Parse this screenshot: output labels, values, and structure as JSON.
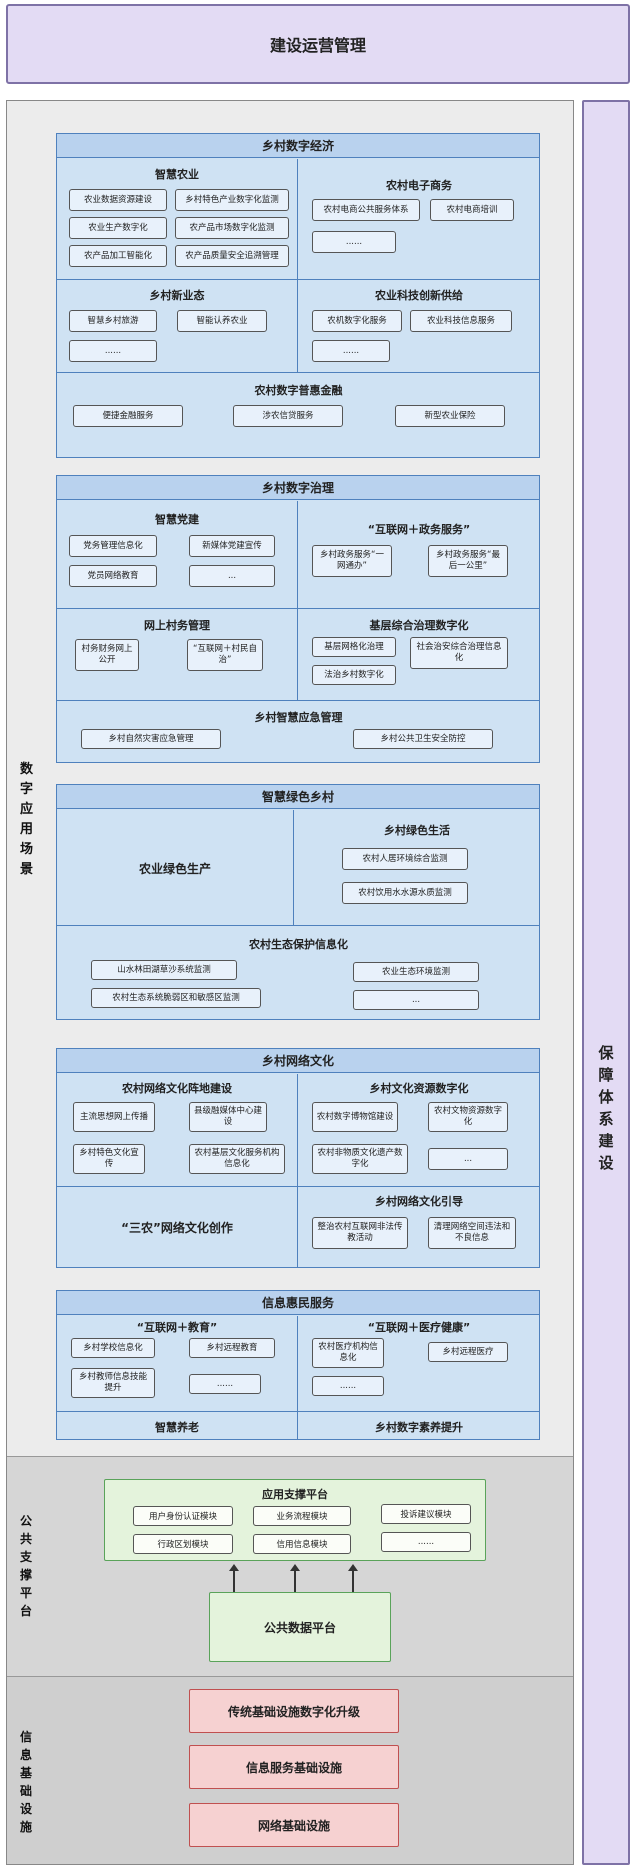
{
  "top_title": "建设运营管理",
  "right_label": [
    "保",
    "障",
    "体",
    "系",
    "建",
    "设"
  ],
  "left_labels": {
    "app": [
      "数",
      "字",
      "应",
      "用",
      "场",
      "景"
    ],
    "platform": [
      "公",
      "共",
      "支",
      "撑",
      "平",
      "台"
    ],
    "infra": [
      "信",
      "息",
      "基",
      "础",
      "设",
      "施"
    ]
  },
  "economy": {
    "title": "乡村数字经济",
    "agri": {
      "title": "智慧农业",
      "items": [
        "农业数据资源建设",
        "乡村特色产业数字化监测",
        "农业生产数字化",
        "农产品市场数字化监测",
        "农产品加工智能化",
        "农产品质量安全追溯管理"
      ]
    },
    "ecommerce": {
      "title": "农村电子商务",
      "items": [
        "农村电商公共服务体系",
        "农村电商培训",
        "......"
      ]
    },
    "newbiz": {
      "title": "乡村新业态",
      "items": [
        "智慧乡村旅游",
        "智能认养农业",
        "......"
      ]
    },
    "tech": {
      "title": "农业科技创新供给",
      "items": [
        "农机数字化服务",
        "农业科技信息服务",
        "......"
      ]
    },
    "finance": {
      "title": "农村数字普惠金融",
      "items": [
        "便捷金融服务",
        "涉农信贷服务",
        "新型农业保险"
      ]
    }
  },
  "governance": {
    "title": "乡村数字治理",
    "party": {
      "title": "智慧党建",
      "items": [
        "党务管理信息化",
        "新媒体党建宣传",
        "党员网络教育",
        "..."
      ]
    },
    "gov": {
      "title": "“互联网＋政务服务”",
      "items": [
        "乡村政务服务“一网通办”",
        "乡村政务服务“最后一公里”"
      ]
    },
    "village": {
      "title": "网上村务管理",
      "items": [
        "村务财务网上公开",
        "“互联网＋村民自治”"
      ]
    },
    "grassroot": {
      "title": "基层综合治理数字化",
      "items": [
        "基层网格化治理",
        "社会治安综合治理信息化",
        "法治乡村数字化"
      ]
    },
    "emergency": {
      "title": "乡村智慧应急管理",
      "items": [
        "乡村自然灾害应急管理",
        "乡村公共卫生安全防控"
      ]
    }
  },
  "green": {
    "title": "智慧绿色乡村",
    "prod": {
      "title": "农业绿色生产"
    },
    "life": {
      "title": "乡村绿色生活",
      "items": [
        "农村人居环境综合监测",
        "农村饮用水水源水质监测"
      ]
    },
    "eco": {
      "title": "农村生态保护信息化",
      "items": [
        "山水林田湖草沙系统监测",
        "农业生态环境监测",
        "农村生态系统脆弱区和敏感区监测",
        "..."
      ]
    }
  },
  "culture": {
    "title": "乡村网络文化",
    "front": {
      "title": "农村网络文化阵地建设",
      "items": [
        "主流思想网上传播",
        "县级融媒体中心建设",
        "乡村特色文化宣传",
        "农村基层文化服务机构信息化"
      ]
    },
    "resource": {
      "title": "乡村文化资源数字化",
      "items": [
        "农村数字博物馆建设",
        "农村文物资源数字化",
        "农村非物质文化遗产数字化",
        "..."
      ]
    },
    "create": {
      "title": "“三农”网络文化创作"
    },
    "guide": {
      "title": "乡村网络文化引导",
      "items": [
        "整治农村互联网非法传教活动",
        "清理网络空间违法和不良信息"
      ]
    }
  },
  "service": {
    "title": "信息惠民服务",
    "edu": {
      "title": "“互联网＋教育”",
      "items": [
        "乡村学校信息化",
        "乡村远程教育",
        "乡村教师信息技能提升",
        "......"
      ]
    },
    "health": {
      "title": "“互联网＋医疗健康”",
      "items": [
        "农村医疗机构信息化",
        "乡村远程医疗",
        "......"
      ]
    },
    "elder": {
      "title": "智慧养老"
    },
    "literacy": {
      "title": "乡村数字素养提升"
    }
  },
  "platform": {
    "app_title": "应用支撑平台",
    "app_items": [
      "用户身份认证模块",
      "业务流程模块",
      "投诉建议模块",
      "行政区划模块",
      "信用信息模块",
      "......"
    ],
    "data_title": "公共数据平台"
  },
  "infra": [
    "传统基础设施数字化升级",
    "信息服务基础设施",
    "网络基础设施"
  ]
}
